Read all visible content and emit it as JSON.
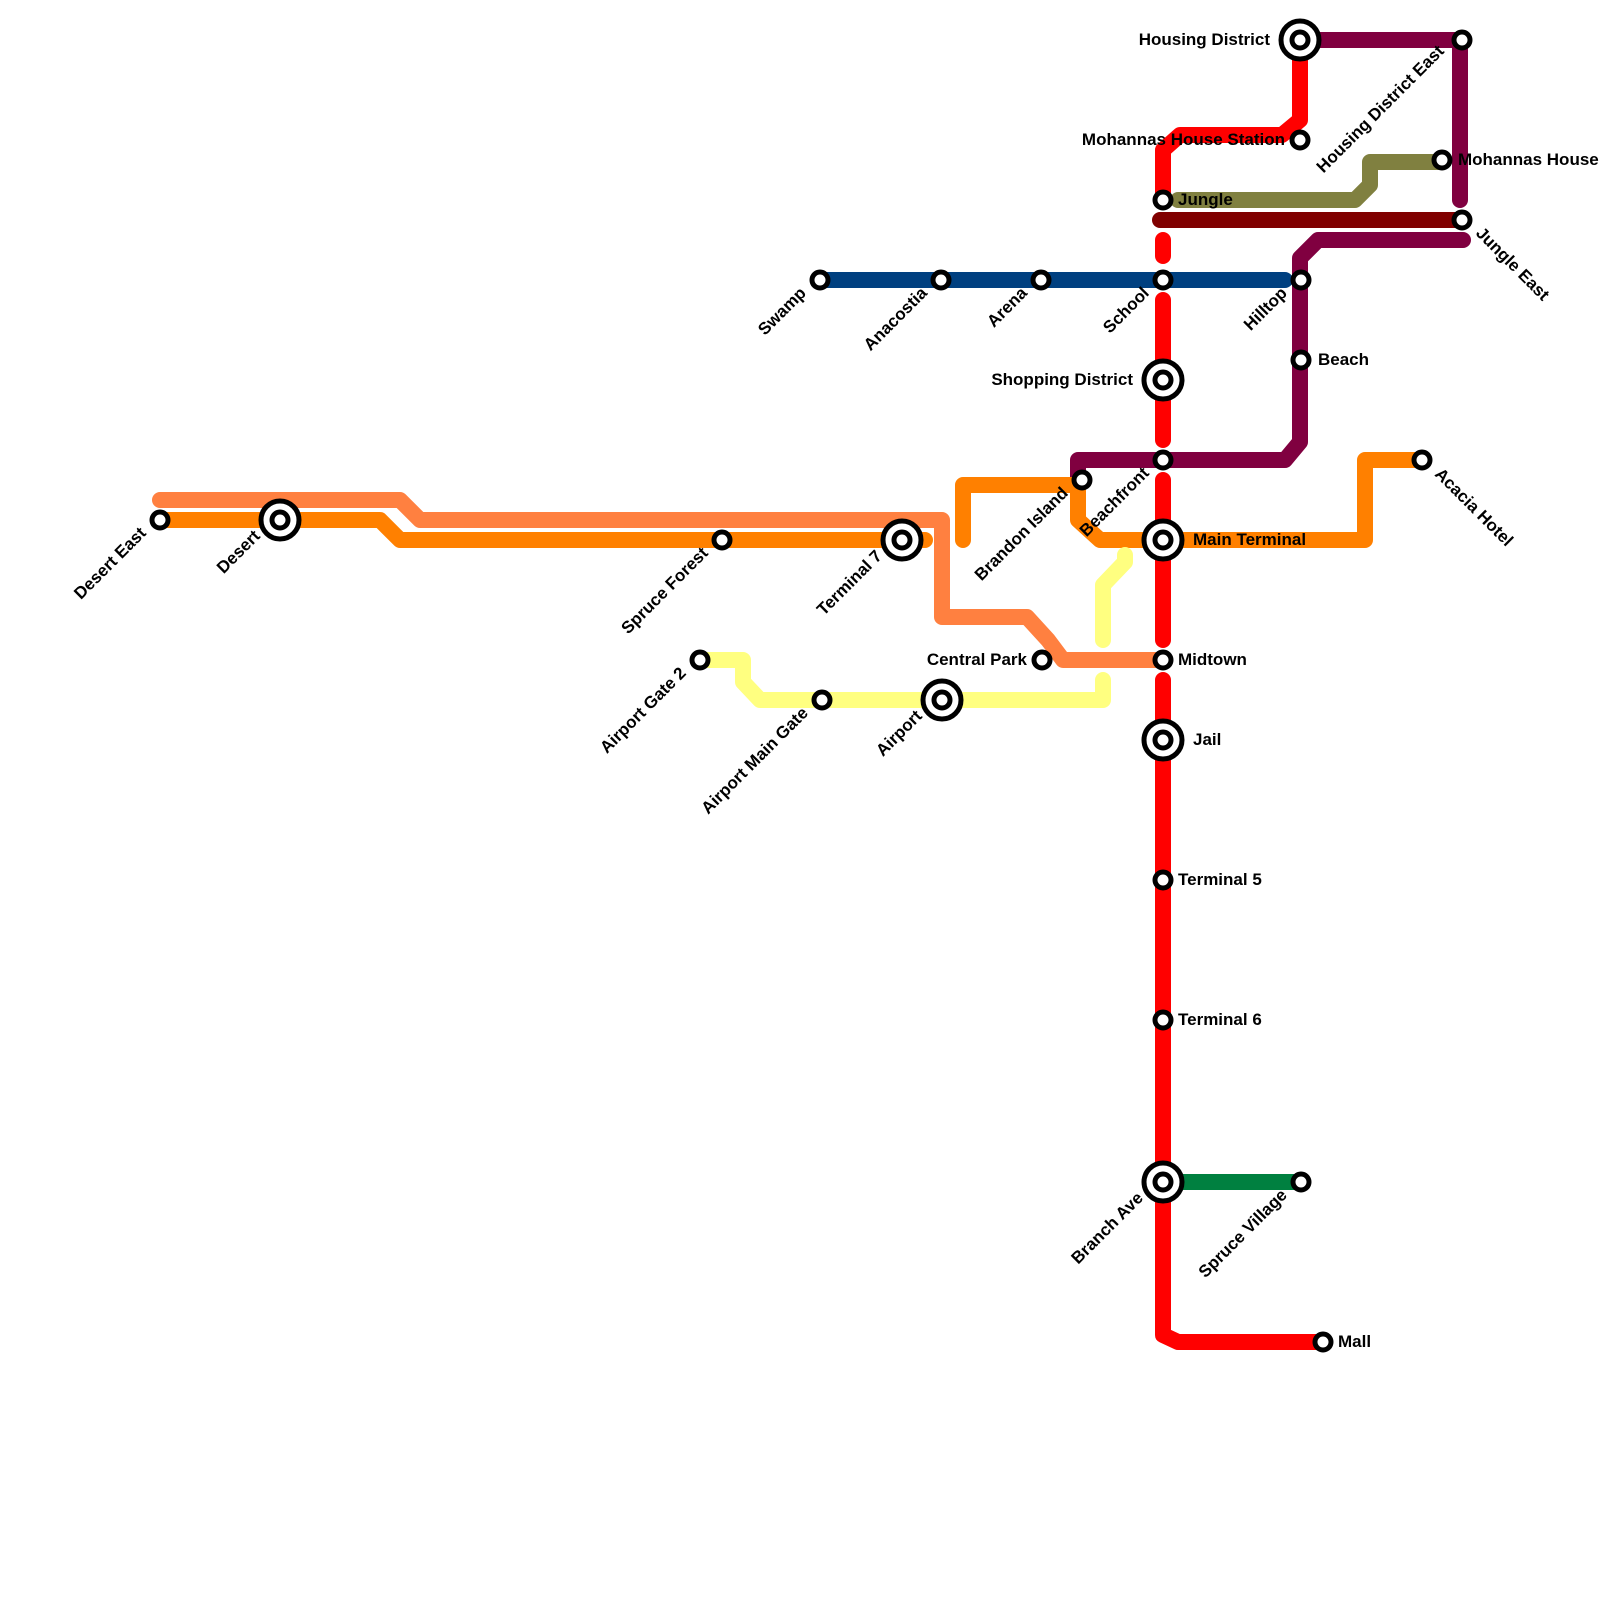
{
  "lines": [
    {
      "id": "red",
      "color": "#ff0000"
    },
    {
      "id": "orange",
      "color": "#ff8000"
    },
    {
      "id": "coral",
      "color": "#ff8040"
    },
    {
      "id": "yellow",
      "color": "#ffff80"
    },
    {
      "id": "blue",
      "color": "#004080"
    },
    {
      "id": "purple",
      "color": "#800040"
    },
    {
      "id": "olive",
      "color": "#808040"
    },
    {
      "id": "maroon",
      "color": "#800000"
    },
    {
      "id": "green",
      "color": "#008040"
    }
  ],
  "stations": [
    {
      "id": "housing-district",
      "name": "Housing District",
      "interchange": true
    },
    {
      "id": "housing-district-east",
      "name": "Housing District East",
      "interchange": false
    },
    {
      "id": "mohannas-house-station",
      "name": "Mohannas House Station",
      "interchange": false
    },
    {
      "id": "mohannas-house",
      "name": "Mohannas House",
      "interchange": false
    },
    {
      "id": "jungle",
      "name": "Jungle",
      "interchange": false
    },
    {
      "id": "jungle-east",
      "name": "Jungle East",
      "interchange": false
    },
    {
      "id": "swamp",
      "name": "Swamp",
      "interchange": false
    },
    {
      "id": "anacostia",
      "name": "Anacostia",
      "interchange": false
    },
    {
      "id": "arena",
      "name": "Arena",
      "interchange": false
    },
    {
      "id": "school",
      "name": "School",
      "interchange": false
    },
    {
      "id": "hilltop",
      "name": "Hilltop",
      "interchange": false
    },
    {
      "id": "beach",
      "name": "Beach",
      "interchange": false
    },
    {
      "id": "shopping-district",
      "name": "Shopping District",
      "interchange": true
    },
    {
      "id": "beachfront",
      "name": "Beachfront",
      "interchange": false
    },
    {
      "id": "brandon-island",
      "name": "Brandon Island",
      "interchange": false
    },
    {
      "id": "acacia-hotel",
      "name": "Acacia Hotel",
      "interchange": false
    },
    {
      "id": "desert-east",
      "name": "Desert East",
      "interchange": false
    },
    {
      "id": "desert",
      "name": "Desert",
      "interchange": true
    },
    {
      "id": "spruce-forest",
      "name": "Spruce Forest",
      "interchange": false
    },
    {
      "id": "terminal-7",
      "name": "Terminal 7",
      "interchange": true
    },
    {
      "id": "main-terminal",
      "name": "Main Terminal",
      "interchange": true
    },
    {
      "id": "airport-gate-2",
      "name": "Airport Gate 2",
      "interchange": false
    },
    {
      "id": "central-park",
      "name": "Central Park",
      "interchange": false
    },
    {
      "id": "midtown",
      "name": "Midtown",
      "interchange": false
    },
    {
      "id": "airport-main-gate",
      "name": "Airport Main Gate",
      "interchange": false
    },
    {
      "id": "airport",
      "name": "Airport",
      "interchange": true
    },
    {
      "id": "jail",
      "name": "Jail",
      "interchange": true
    },
    {
      "id": "terminal-5",
      "name": "Terminal 5",
      "interchange": false
    },
    {
      "id": "terminal-6",
      "name": "Terminal 6",
      "interchange": false
    },
    {
      "id": "branch-ave",
      "name": "Branch Ave",
      "interchange": true
    },
    {
      "id": "spruce-village",
      "name": "Spruce Village",
      "interchange": false
    },
    {
      "id": "mall",
      "name": "Mall",
      "interchange": false
    }
  ]
}
